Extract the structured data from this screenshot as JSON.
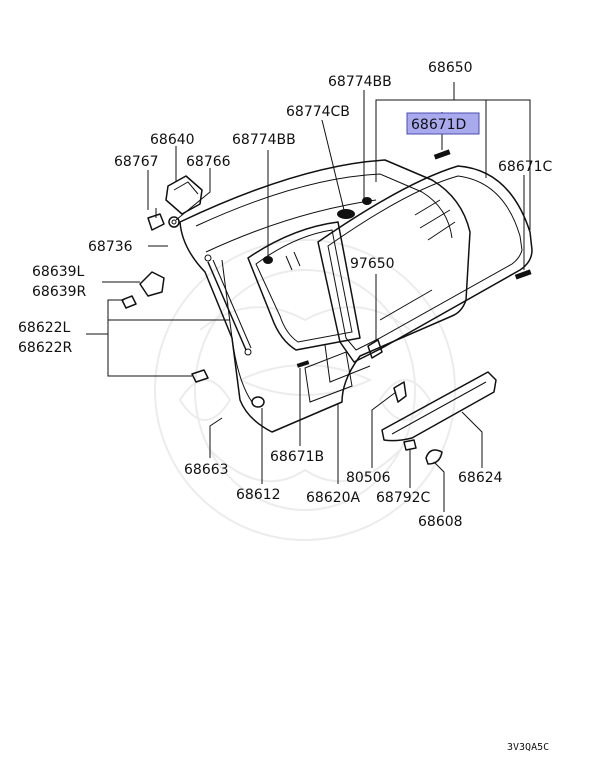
{
  "diagram": {
    "highlight_color": "#a9a9ee",
    "labels": {
      "p68650": "68650",
      "p68774BB_top": "68774BB",
      "p68774CB": "68774CB",
      "p68671D": "68671D",
      "p68640": "68640",
      "p68774BB_left": "68774BB",
      "p68767": "68767",
      "p68766": "68766",
      "p68671C": "68671C",
      "p68736": "68736",
      "p97650": "97650",
      "p68639L": "68639L",
      "p68639R": "68639R",
      "p68622L": "68622L",
      "p68622R": "68622R",
      "p68663": "68663",
      "p68671B": "68671B",
      "p80506": "80506",
      "p68624": "68624",
      "p68612": "68612",
      "p68620A": "68620A",
      "p68792C": "68792C",
      "p68608": "68608"
    },
    "diagram_code": "3V3QA5C"
  }
}
